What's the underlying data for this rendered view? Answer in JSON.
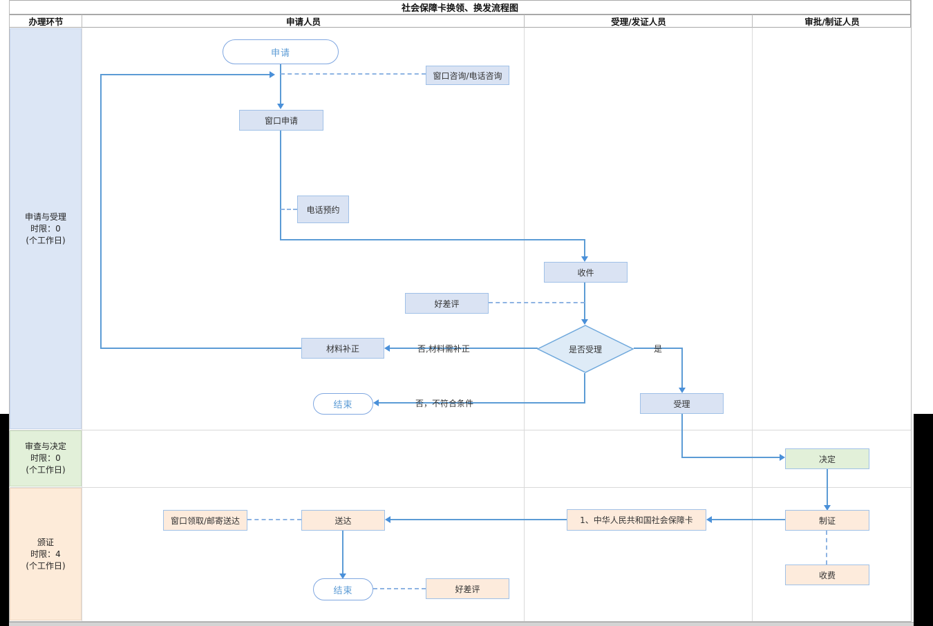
{
  "title": "社会保障卡换领、换发流程图",
  "headers": {
    "process": "办理环节",
    "applicant": "申请人员",
    "acceptor": "受理/发证人员",
    "approver": "审批/制证人员"
  },
  "lanes": [
    {
      "name": "申请与受理",
      "limit": "时限：0",
      "unit": "(个工作日)",
      "color": "#dce6f5"
    },
    {
      "name": "审查与决定",
      "limit": "时限：0",
      "unit": "(个工作日)",
      "color": "#e2f0d9"
    },
    {
      "name": "颁证",
      "limit": "时限：4",
      "unit": "(个工作日)",
      "color": "#fdebd9"
    }
  ],
  "nodes": {
    "apply_start": "申请",
    "window_consult": "窗口咨询/电话咨询",
    "window_apply": "窗口申请",
    "phone_appointment": "电话预约",
    "receive": "收件",
    "review_top": "好差评",
    "accept_decision": "是否受理",
    "material_correction": "材料补正",
    "end_top": "结束",
    "accept": "受理",
    "decide": "决定",
    "make_card": "制证",
    "charge_fee": "收费",
    "social_security_card": "1、中华人民共和国社会保障卡",
    "deliver": "送达",
    "window_pickup": "窗口领取/邮寄送达",
    "end_bottom": "结束",
    "review_bottom": "好差评"
  },
  "edge_labels": {
    "yes": "是",
    "no_fix": "否,材料需补正",
    "no_reject": "否，不符合条件"
  },
  "colors": {
    "flow_line": "#5b9bd5",
    "dashed_line": "#8db3e2",
    "node_blue_fill": "#dae3f3",
    "diamond_fill": "#deebf7",
    "green_fill": "#e2f0d9",
    "peach_fill": "#fdebdc",
    "stadium_border": "#7ea6e0",
    "stadium_text": "#5b9bd5"
  }
}
